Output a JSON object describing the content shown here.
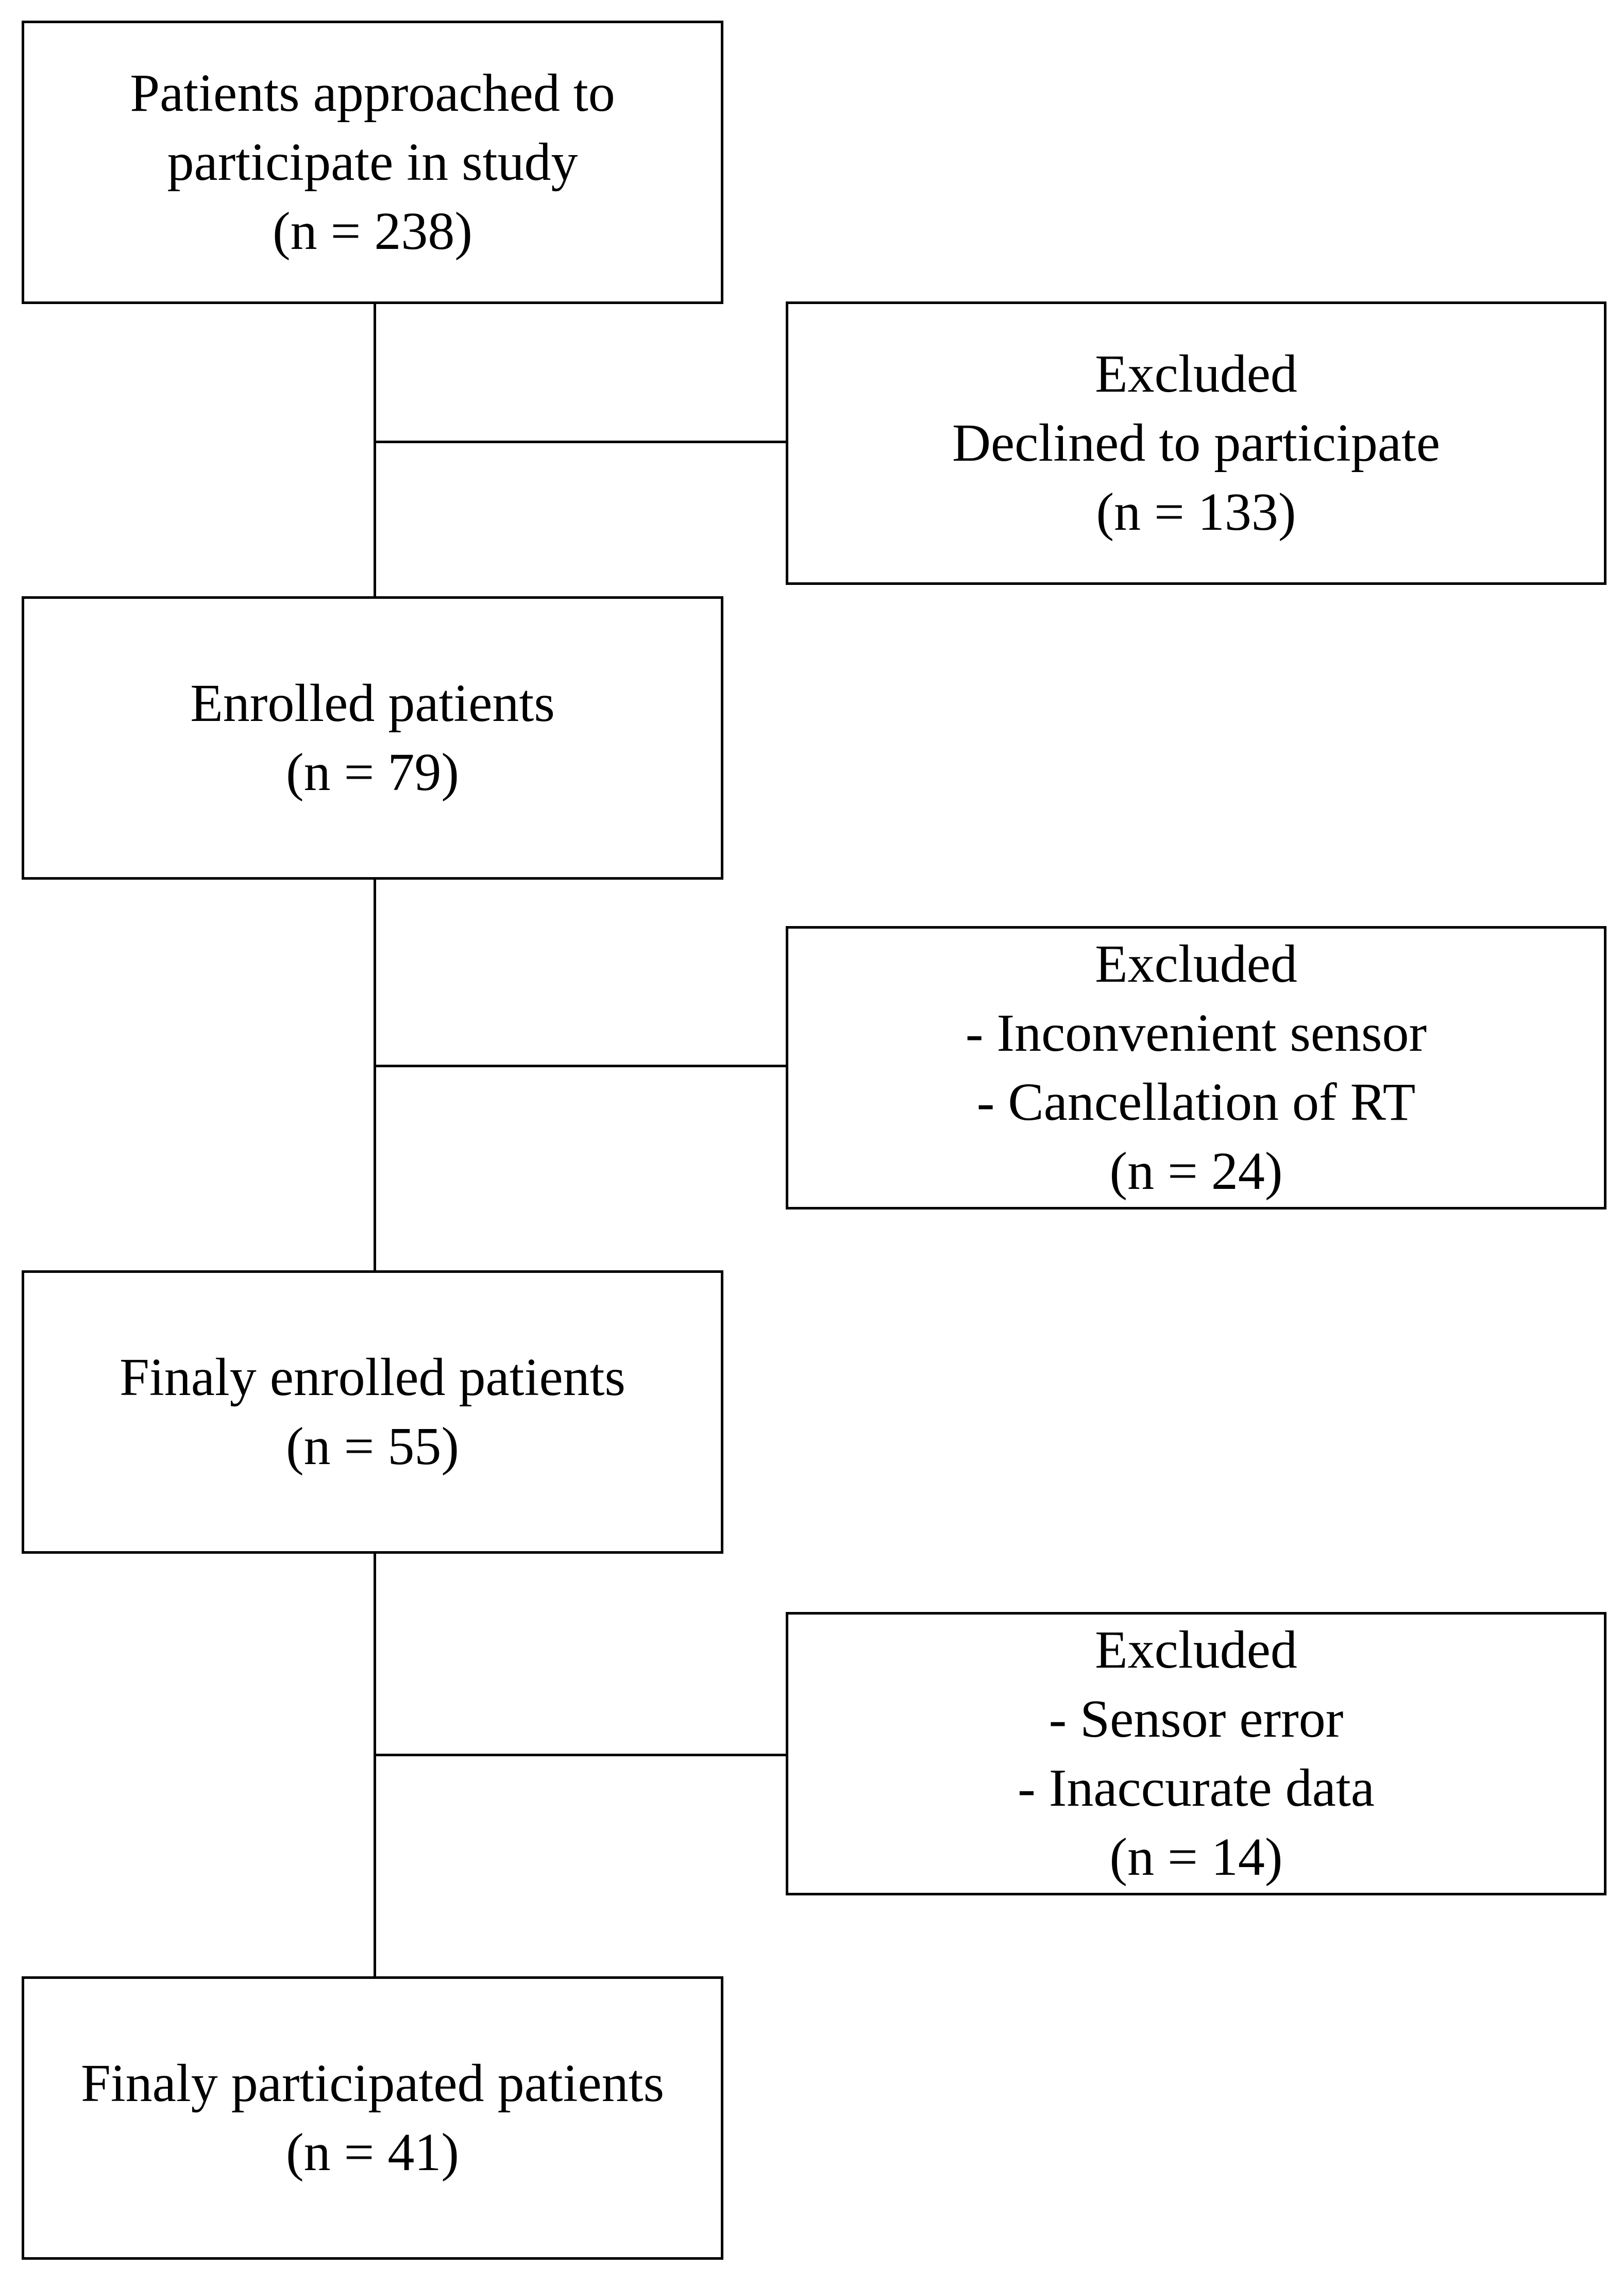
{
  "flowchart": {
    "approached": {
      "lines": [
        "Patients approached to",
        "participate in study",
        "(n = 238)"
      ]
    },
    "excluded_declined": {
      "lines": [
        "Excluded",
        "Declined to participate",
        "(n = 133)"
      ]
    },
    "enrolled": {
      "lines": [
        "Enrolled patients",
        "(n = 79)"
      ]
    },
    "excluded_sensor": {
      "lines": [
        "Excluded",
        "- Inconvenient sensor",
        "- Cancellation of RT",
        "(n = 24)"
      ]
    },
    "finally_enrolled": {
      "lines": [
        "Finaly enrolled patients",
        "(n = 55)"
      ]
    },
    "excluded_error": {
      "lines": [
        "Excluded",
        "- Sensor error",
        "- Inaccurate data",
        "(n = 14)"
      ]
    },
    "participated": {
      "lines": [
        "Finaly participated patients",
        "(n = 41)"
      ]
    }
  }
}
